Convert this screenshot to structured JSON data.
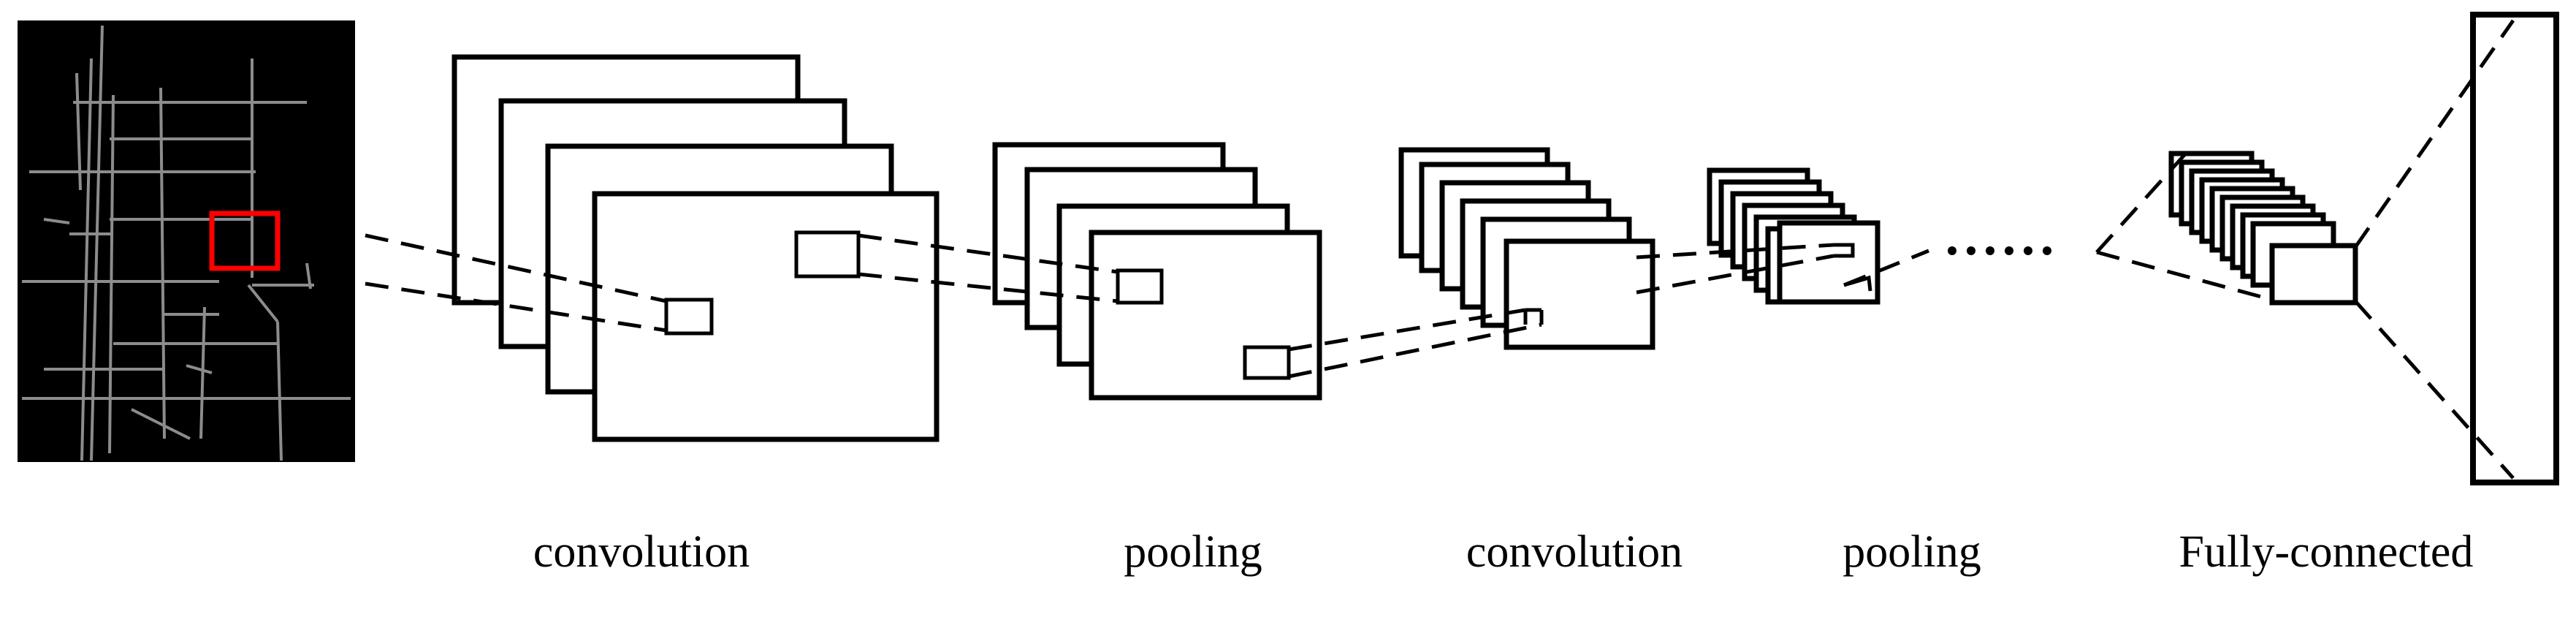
{
  "labels": {
    "conv1": "convolution",
    "pool1": "pooling",
    "conv2": "convolution",
    "pool2": "pooling",
    "fc": "Fully-connected"
  },
  "colors": {
    "stroke": "#000000",
    "map_background": "#000000",
    "road": "#8c8c8c",
    "selection": "#ff0000"
  },
  "ellipsis": "......"
}
